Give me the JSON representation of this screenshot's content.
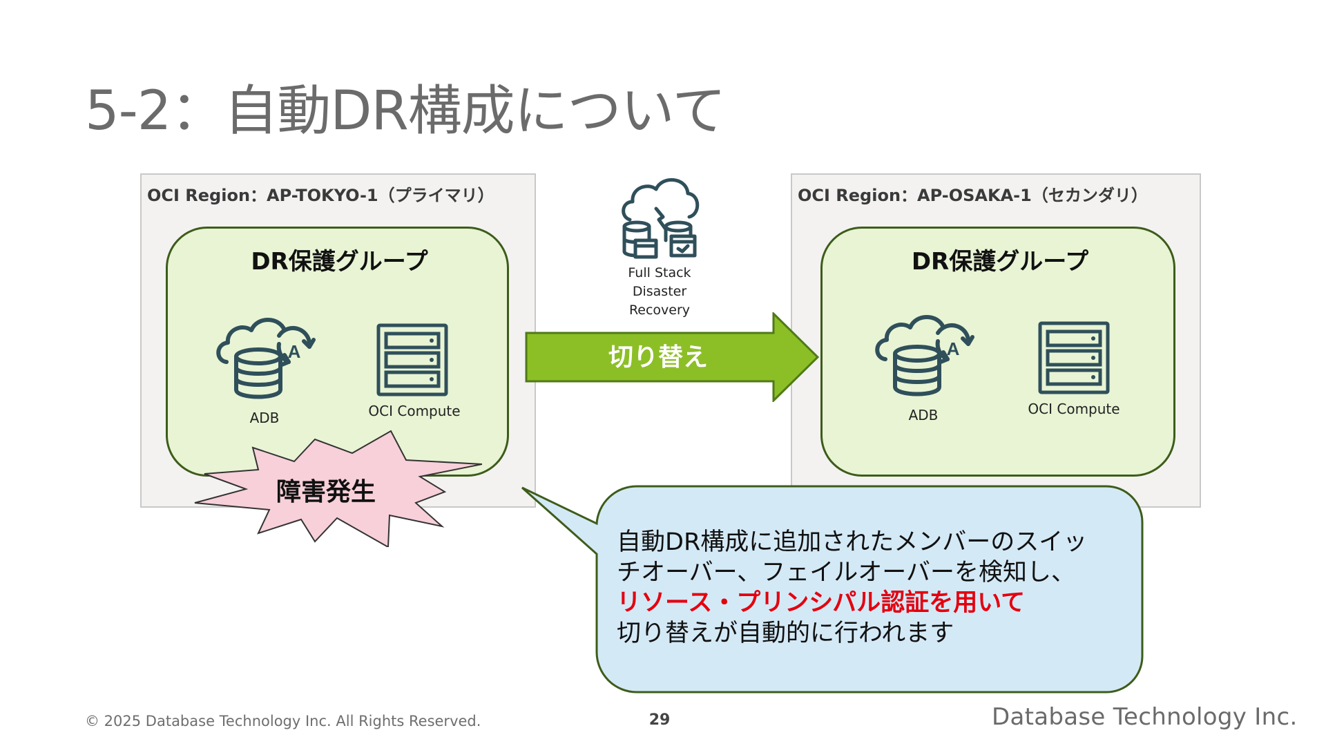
{
  "slide": {
    "title": "5-2：自動DR構成について",
    "page_number": "29"
  },
  "regions": {
    "primary_label": "OCI Region：AP-TOKYO-1（プライマリ）",
    "secondary_label": "OCI Region：AP-OSAKA-1（セカンダリ）"
  },
  "groups": {
    "primary_title": "DR保護グループ",
    "secondary_title": "DR保護グループ",
    "adb_label": "ADB",
    "compute_label": "OCI Compute"
  },
  "fsdr": {
    "line1": "Full Stack",
    "line2": "Disaster",
    "line3": "Recovery"
  },
  "arrow": {
    "label": "切り替え"
  },
  "burst": {
    "label": "障害発生"
  },
  "callout": {
    "line1": "自動DR構成に追加されたメンバーのスイッ",
    "line2": "チオーバー、フェイルオーバーを検知し、",
    "line3_highlight": "リソース・プリンシパル認証を用いて",
    "line4": "切り替えが自動的に行われます"
  },
  "footer": {
    "copyright": "© 2025 Database Technology Inc. All Rights Reserved.",
    "logo_text": "Database Technology Inc."
  },
  "colors": {
    "arrow_fill": "#8cbf26",
    "group_fill": "#e8f4d4",
    "group_border": "#3d5c1a",
    "callout_fill": "#d4e9f6",
    "burst_fill": "#f7d0d9",
    "highlight": "#e3000f",
    "icon_stroke": "#2f4f5a"
  },
  "icons": [
    "adb-cloud-database-icon",
    "server-rack-icon",
    "full-stack-dr-icon"
  ]
}
